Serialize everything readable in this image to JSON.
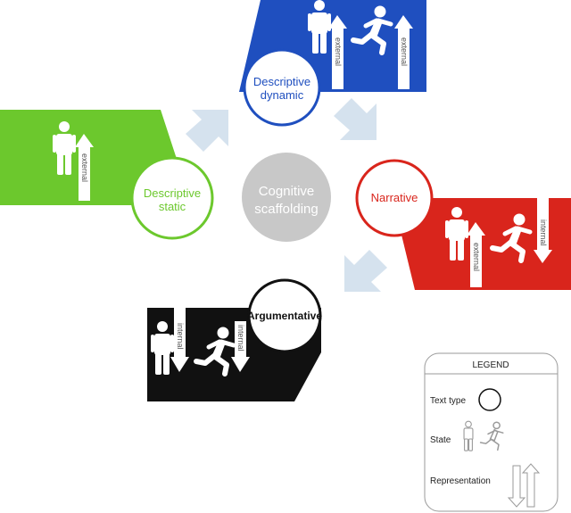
{
  "center": {
    "line1": "Cognitive",
    "line2": "scaffolding"
  },
  "nodes": {
    "descriptive_static": {
      "line1": "Descriptive",
      "line2": "static",
      "color": "#6cc82d"
    },
    "descriptive_dynamic": {
      "line1": "Descriptive",
      "line2": "dynamic",
      "color": "#1f4fbf"
    },
    "narrative": {
      "label": "Narrative",
      "color": "#d9251c"
    },
    "argumentative": {
      "label": "Argumentative",
      "color": "#111111"
    }
  },
  "arrow_labels": {
    "external": "external",
    "internal": "internal"
  },
  "legend": {
    "title": "LEGEND",
    "text_type": "Text type",
    "state": "State",
    "representation": "Representation"
  },
  "colors": {
    "flow_arrow": "#d5e2ee",
    "center_circle": "#c8c8c8",
    "legend_icon": "#c0c0c0"
  },
  "icons": [
    "standing-person-icon",
    "running-person-icon",
    "up-arrow-icon",
    "down-arrow-icon",
    "circle-icon"
  ]
}
